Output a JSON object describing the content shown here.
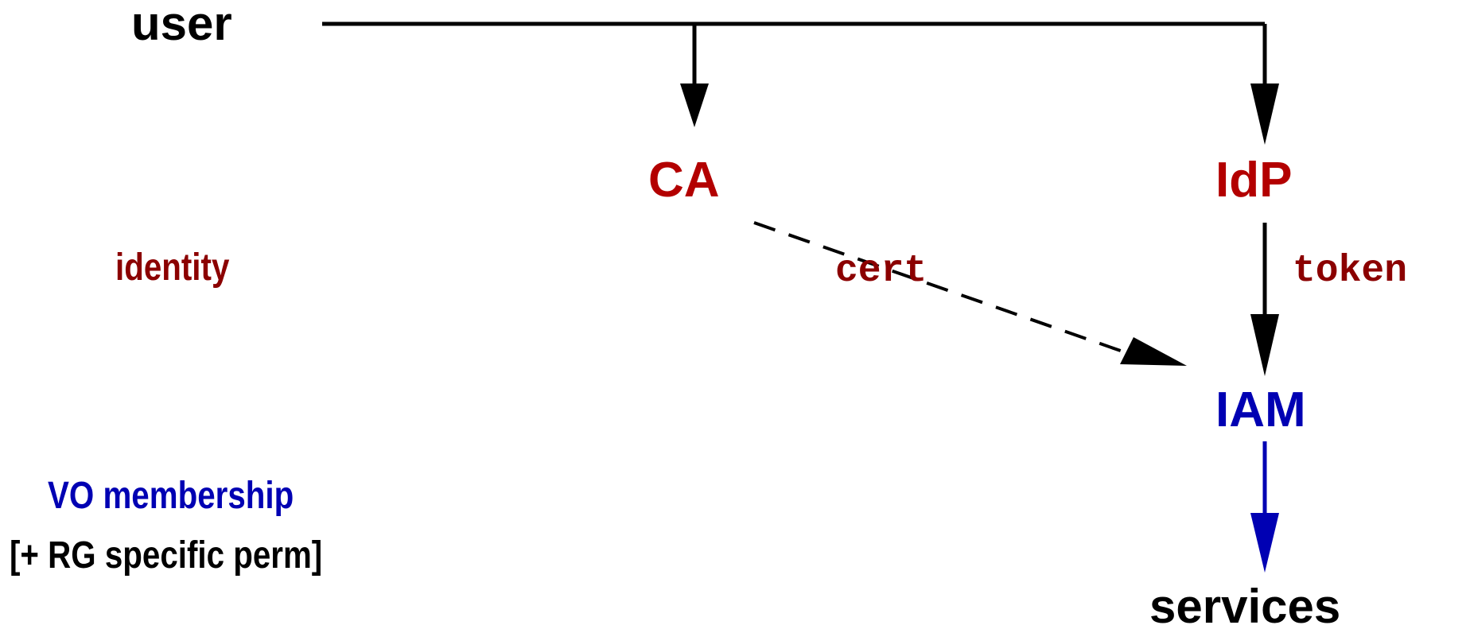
{
  "colors": {
    "black": "#000000",
    "red": "#b30000",
    "dark_red": "#8b0000",
    "blue": "#0000b3"
  },
  "nodes": {
    "user": "user",
    "ca": "CA",
    "idp": "IdP",
    "iam": "IAM",
    "services": "services"
  },
  "edges": {
    "cert": "cert",
    "token": "token"
  },
  "legend": {
    "identity": "identity",
    "vo_membership": "VO membership",
    "rg_permissions": "[+ RG specific perm]"
  }
}
